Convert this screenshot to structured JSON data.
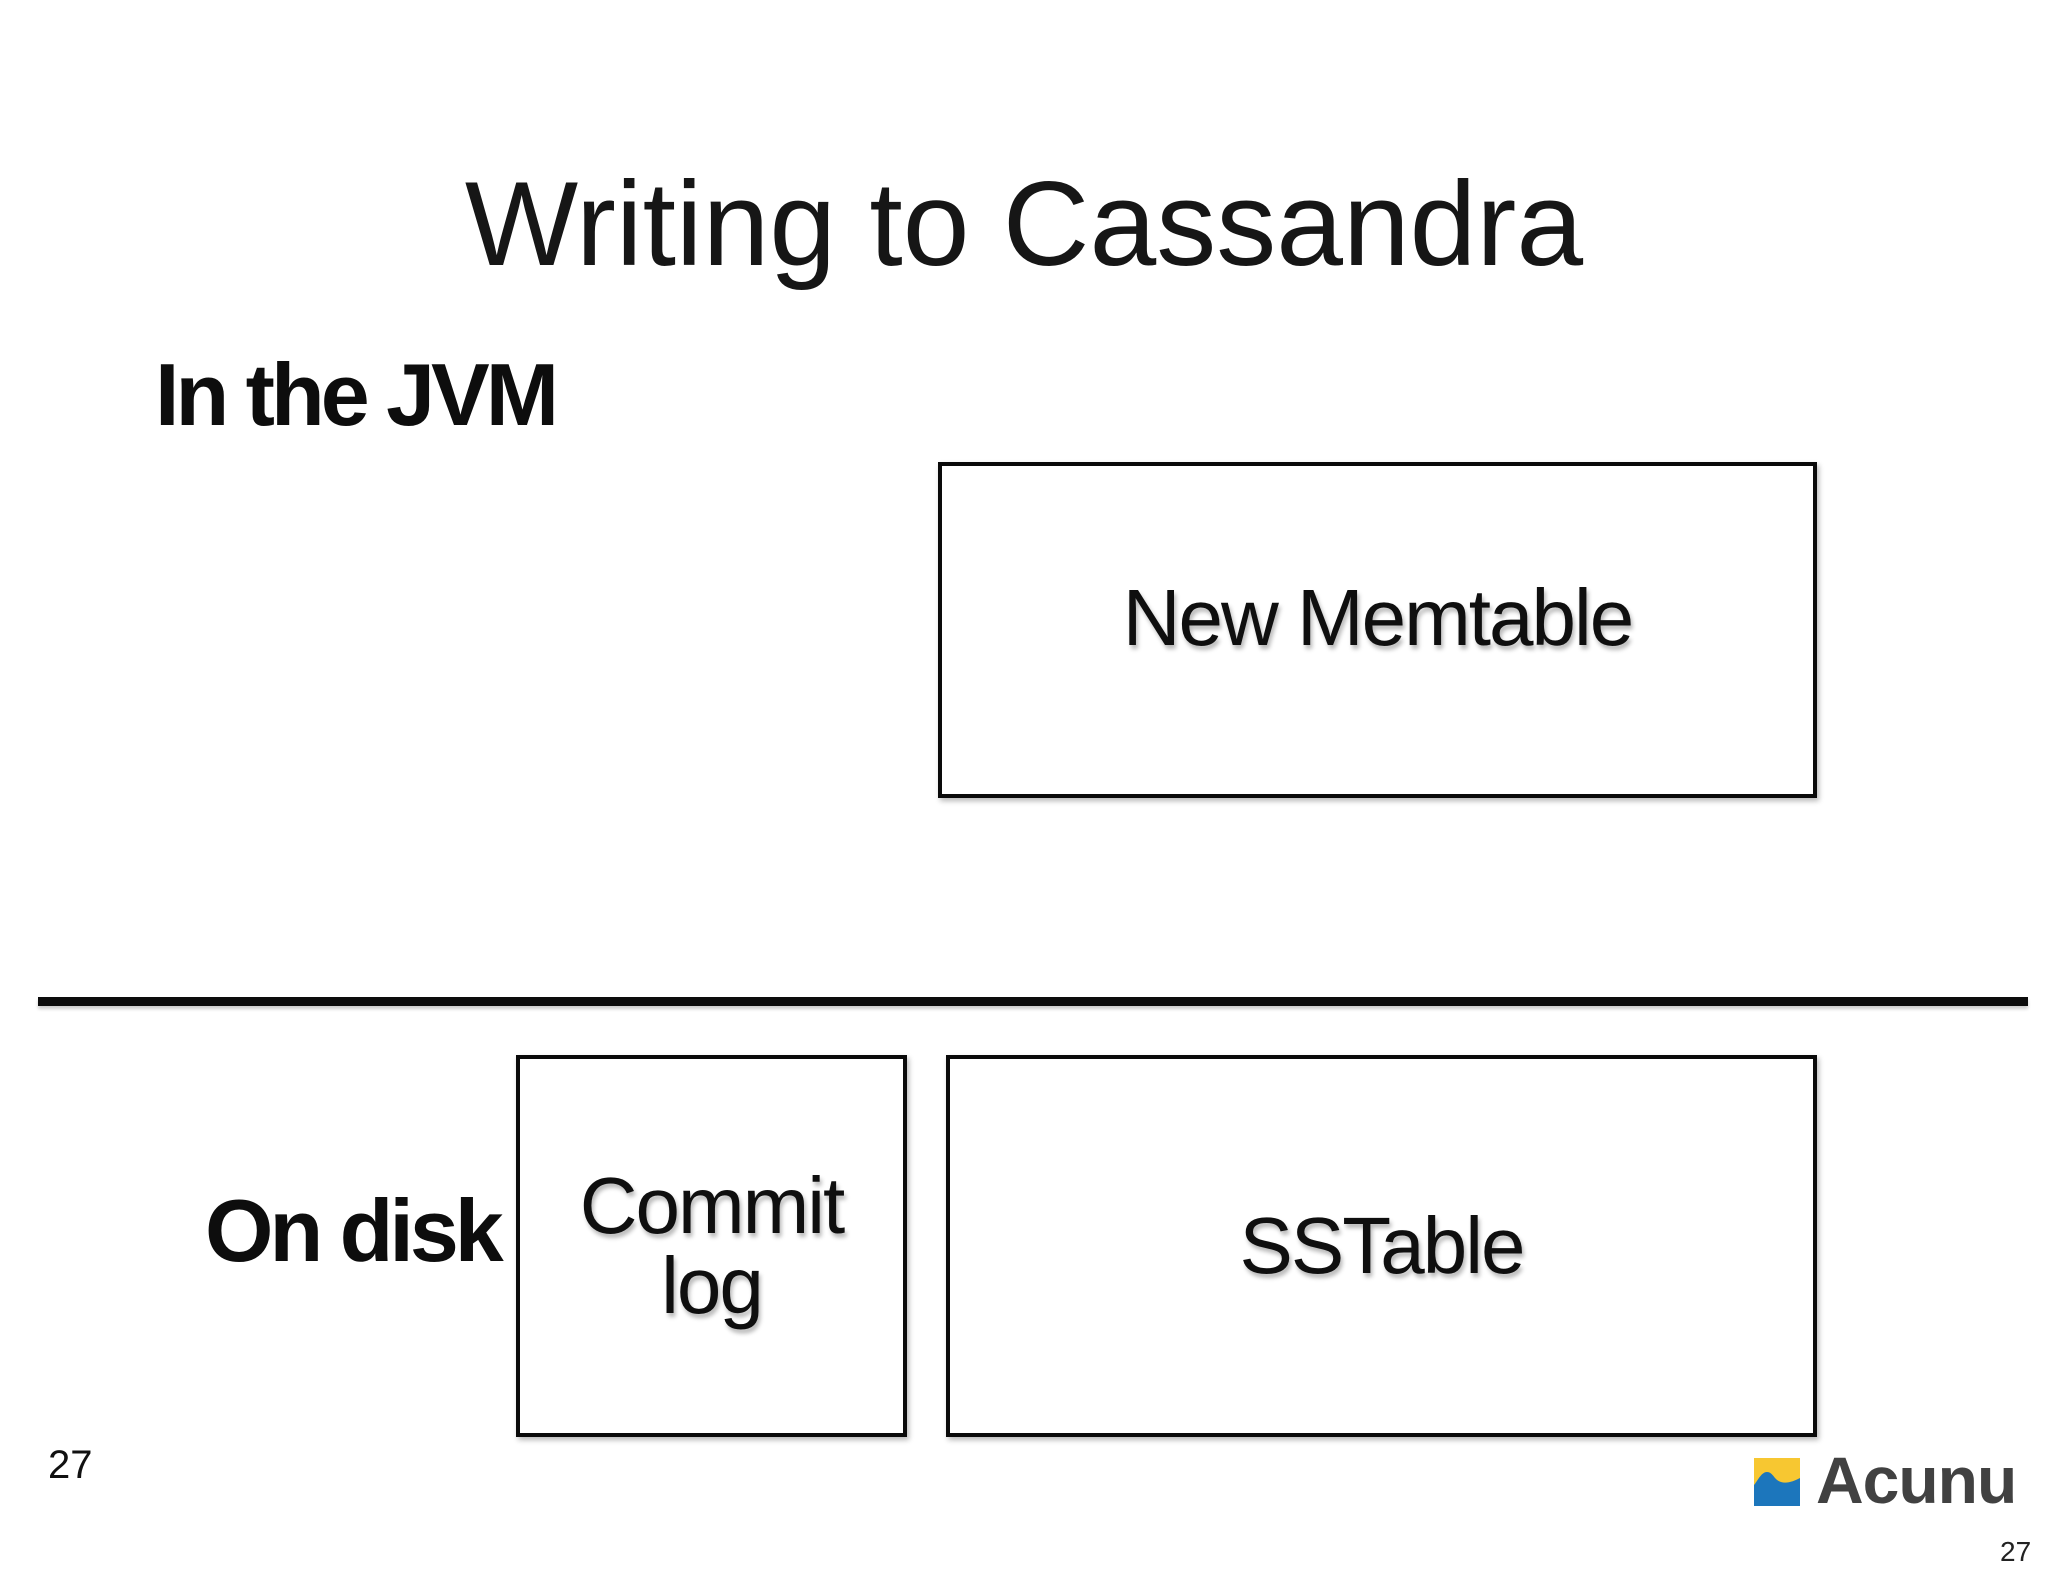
{
  "slide": {
    "title": "Writing to Cassandra",
    "page_number_left": "27",
    "page_number_corner": "27"
  },
  "sections": {
    "jvm": {
      "label": "In the JVM"
    },
    "disk": {
      "label": "On disk"
    }
  },
  "diagram": {
    "memtable": {
      "label": "New Memtable"
    },
    "commit_log": {
      "label": "Commit log"
    },
    "sstable": {
      "label": "SSTable"
    }
  },
  "logo": {
    "text": "Acunu",
    "colors": {
      "icon_yellow": "#F7C731",
      "icon_blue": "#1C76BC",
      "text_gray": "#414141"
    }
  }
}
